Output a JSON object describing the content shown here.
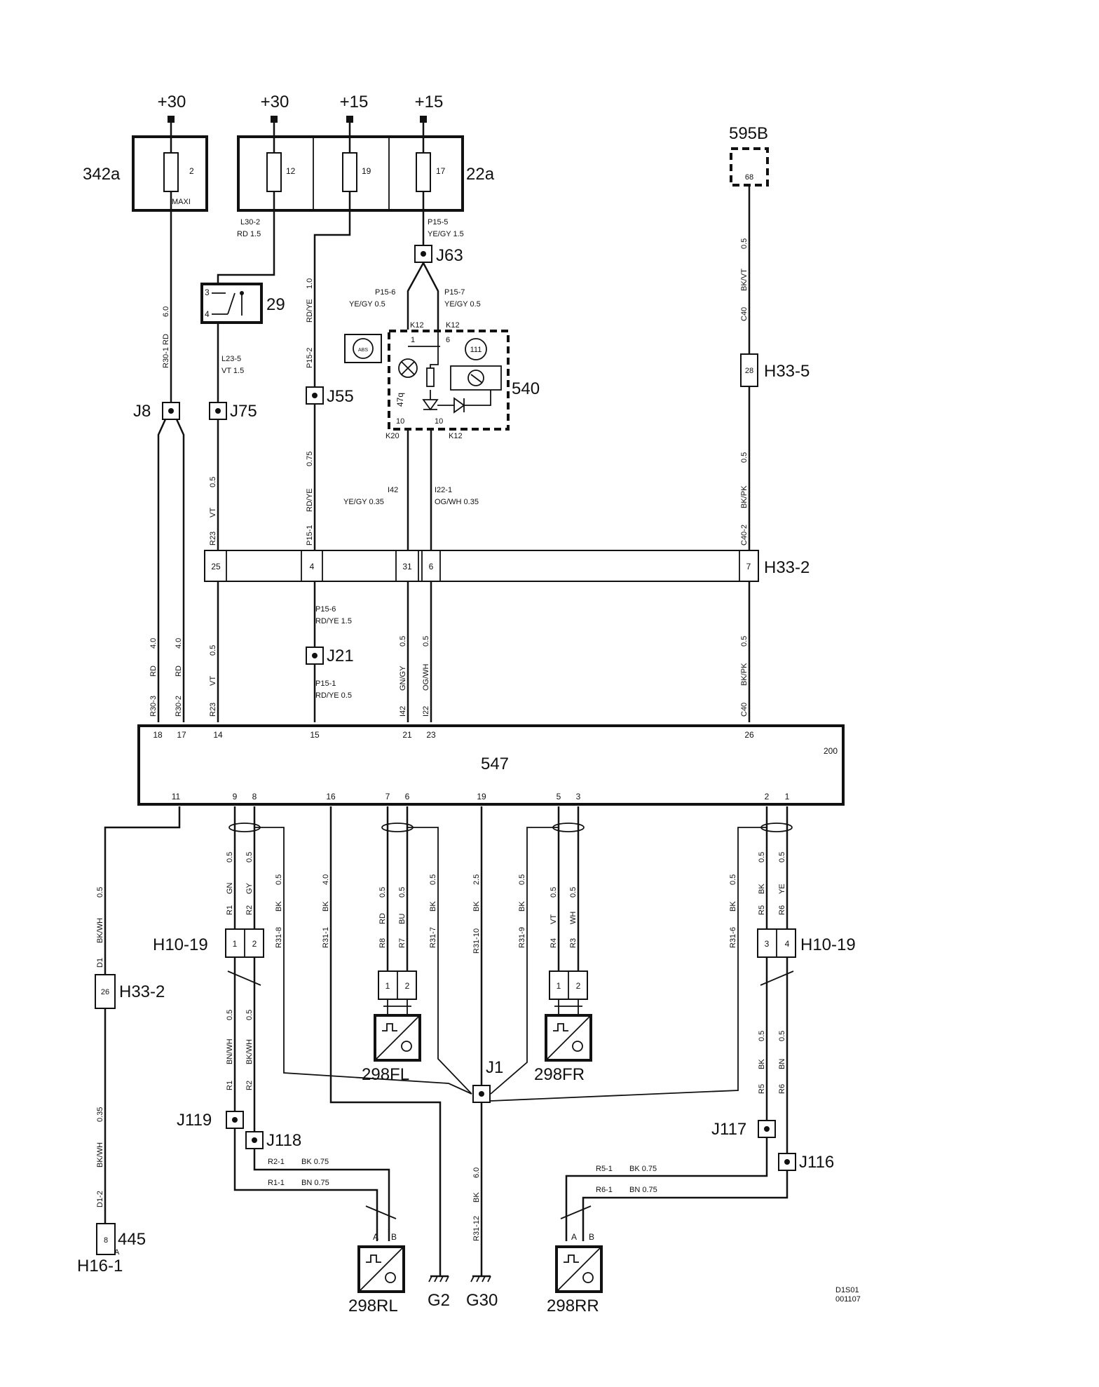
{
  "supply_labels": [
    "+30",
    "+30",
    "+15",
    "+15"
  ],
  "components": {
    "fuse_box_a": "342a",
    "fuse_box_b": "22a",
    "relay": "29",
    "ecu": "547",
    "ecu_pin_200": "200",
    "cluster": "540",
    "bulb": "47q",
    "gauge": "111",
    "abs_symbol": "ABS",
    "module_595": "595B",
    "module_595_pin": "68",
    "conn_445": "445",
    "conn_h16": "H16-1",
    "conn_h16_pin": "8",
    "conn_h16_a": "A",
    "sensor_fl": "298FL",
    "sensor_fr": "298FR",
    "sensor_rl": "298RL",
    "sensor_rr": "298RR",
    "ground_g2": "G2",
    "ground_g30": "G30",
    "ref_code": "D1S01",
    "ref_date": "001107"
  },
  "fuses": [
    {
      "num": "2",
      "note": "MAXI"
    },
    {
      "num": "12"
    },
    {
      "num": "19"
    },
    {
      "num": "17"
    }
  ],
  "junctions": {
    "J8": "J8",
    "J75": "J75",
    "J55": "J55",
    "J63": "J63",
    "J21": "J21",
    "J1": "J1",
    "J119": "J119",
    "J118": "J118",
    "J117": "J117",
    "J116": "J116"
  },
  "connectors": {
    "h33_5": "H33-5",
    "h33_5_pin": "28",
    "h33_2": "H33-2",
    "h33_2_pins": [
      "25",
      "4",
      "31",
      "6",
      "7"
    ],
    "h33_2_low": "H33-2",
    "h33_2_low_pin": "26",
    "h10_19_left": "H10-19",
    "h10_19_left_pins": [
      "1",
      "2"
    ],
    "h10_19_right": "H10-19",
    "h10_19_right_pins": [
      "3",
      "4"
    ],
    "fl_pins": [
      "1",
      "2"
    ],
    "fr_pins": [
      "1",
      "2"
    ],
    "sensor_ab": [
      "A",
      "B"
    ]
  },
  "ecu_pins_top": [
    "18",
    "17",
    "14",
    "15",
    "21",
    "23",
    "26"
  ],
  "ecu_pins_bottom": [
    "11",
    "9",
    "8",
    "16",
    "7",
    "6",
    "19",
    "5",
    "3",
    "2",
    "1"
  ],
  "cluster_pins": {
    "k12_a": "K12",
    "k12_b": "K12",
    "p1": "1",
    "p6": "6",
    "p10a": "10",
    "p10b": "10",
    "k20": "K20",
    "k12_c": "K12"
  },
  "wire_labels": {
    "l30_2": "L30-2",
    "l30_2_spec": "RD  1.5",
    "p15_5": "P15-5",
    "p15_5_spec": "YE/GY   1.5",
    "p15_6a": "P15-6",
    "p15_6a_spec": "YE/GY  0.5",
    "p15_7": "P15-7",
    "p15_7_spec": "YE/GY  0.5",
    "i42": "I42",
    "i42_spec": "YE/GY  0.35",
    "i22_1": "I22-1",
    "i22_1_spec": "OG/WH    0.35",
    "p15_6b": "P15-6",
    "p15_6b_spec": "RD/YE  1.5",
    "p15_1b": "P15-1",
    "p15_1b_spec": "RD/YE  0.5",
    "r2_1": "R2-1",
    "r2_1_spec": "BK      0.75",
    "r1_1": "R1-1",
    "r1_1_spec": "BN      0.75",
    "r5_1": "R5-1",
    "r5_1_spec": "BK      0.75",
    "r6_1": "R6-1",
    "r6_1_spec": "BN      0.75"
  },
  "vertical_labels": {
    "r30_1": "R30-1",
    "r30_1_c": "RD",
    "r30_1_s": "6.0",
    "l23_5": "L23-5",
    "l23_5_s": "VT  1.5",
    "p15_2": "P15-2",
    "p15_2_c": "RD/YE",
    "p15_2_s": "1.0",
    "c40_top": "C40",
    "c40_top_c": "BK/VT",
    "c40_top_s": "0.5",
    "r23_a": "R23",
    "r23_a_c": "VT",
    "r23_a_s": "0.5",
    "p15_1a": "P15-1",
    "p15_1a_c": "RD/YE",
    "p15_1a_s": "0.75",
    "c40_2": "C40-2",
    "c40_2_c": "BK/PK",
    "c40_2_s": "0.5",
    "r30_3": "R30-3",
    "r30_3_c": "RD",
    "r30_3_s": "4.0",
    "r30_2": "R30-2",
    "r30_2_c": "RD",
    "r30_2_s": "4.0",
    "r23_b": "R23",
    "r23_b_c": "VT",
    "r23_b_s": "0.5",
    "i42_b": "I42",
    "i42_b_c": "GN/GY",
    "i42_b_s": "0.5",
    "i22_b": "I22",
    "i22_b_c": "OG/WH",
    "i22_b_s": "0.5",
    "c40_b": "C40",
    "c40_b_c": "BK/PK",
    "c40_b_s": "0.5",
    "d1": "D1",
    "d1_c": "BK/WH",
    "d1_s": "0.5",
    "d1_2": "D1-2",
    "d1_2_c": "BK/WH",
    "d1_2_s": "0.35",
    "r1": "R1",
    "r1_c": "GN",
    "r1_s": "0.5",
    "r2": "R2",
    "r2_c": "GY",
    "r2_s": "0.5",
    "r31_8": "R31-8",
    "r31_8_c": "BK",
    "r31_8_s": "0.5",
    "r31_1": "R31-1",
    "r31_1_c": "BK",
    "r31_1_s": "4.0",
    "r8": "R8",
    "r8_c": "RD",
    "r8_s": "0.5",
    "r7": "R7",
    "r7_c": "BU",
    "r7_s": "0.5",
    "r31_7": "R31-7",
    "r31_7_c": "BK",
    "r31_7_s": "0.5",
    "r31_10": "R31-10",
    "r31_10_c": "BK",
    "r31_10_s": "2.5",
    "r31_9": "R31-9",
    "r31_9_c": "BK",
    "r31_9_s": "0.5",
    "r4": "R4",
    "r4_c": "VT",
    "r4_s": "0.5",
    "r3": "R3",
    "r3_c": "WH",
    "r3_s": "0.5",
    "r31_6": "R31-6",
    "r31_6_c": "BK",
    "r31_6_s": "0.5",
    "r5": "R5",
    "r5_c": "BK",
    "r5_s": "0.5",
    "r6": "R6",
    "r6_c": "YE",
    "r6_s": "0.5",
    "r1b": "R1",
    "r1b_c": "BN/WH",
    "r1b_s": "0.5",
    "r2b": "R2",
    "r2b_c": "BK/WH",
    "r2b_s": "0.5",
    "r5b": "R5",
    "r5b_c": "BK",
    "r5b_s": "0.5",
    "r6b": "R6",
    "r6b_c": "BN",
    "r6b_s": "0.5",
    "r31_12": "R31-12",
    "r31_12_c": "BK",
    "r31_12_s": "6.0"
  }
}
